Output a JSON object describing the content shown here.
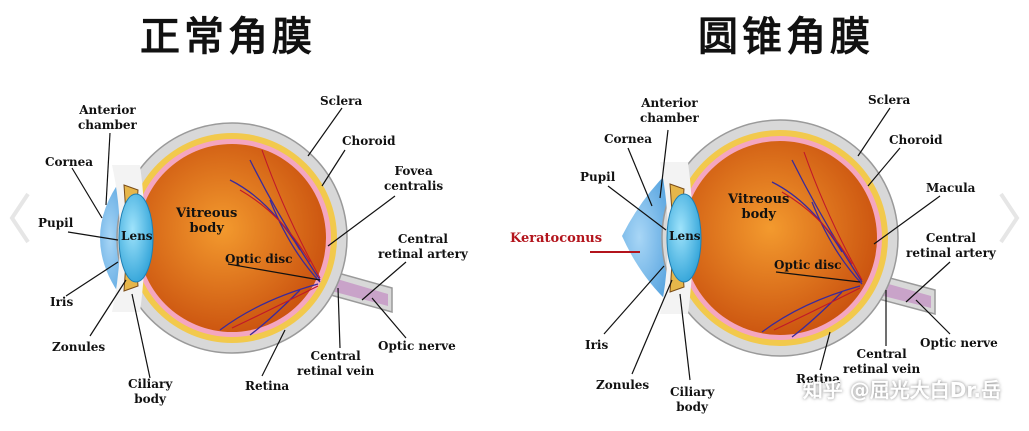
{
  "titles": {
    "left": "正常角膜",
    "right": "圆锥角膜"
  },
  "left_labels": {
    "anterior_chamber": "Anterior\nchamber",
    "cornea": "Cornea",
    "pupil": "Pupil",
    "iris": "Iris",
    "zonules": "Zonules",
    "ciliary_body": "Ciliary\nbody",
    "lens": "Lens",
    "vitreous_body": "Vitreous\nbody",
    "optic_disc": "Optic disc",
    "retina": "Retina",
    "central_retinal_vein": "Central\nretinal vein",
    "optic_nerve": "Optic nerve",
    "central_retinal_artery": "Central\nretinal artery",
    "fovea_centralis": "Fovea\ncentralis",
    "choroid": "Choroid",
    "sclera": "Sclera"
  },
  "right_labels": {
    "anterior_chamber": "Anterior\nchamber",
    "cornea": "Cornea",
    "pupil": "Pupil",
    "keratoconus": "Keratoconus",
    "iris": "Iris",
    "zonules": "Zonules",
    "ciliary_body": "Ciliary\nbody",
    "lens": "Lens",
    "vitreous_body": "Vitreous\nbody",
    "optic_disc": "Optic disc",
    "retina": "Retina",
    "central_retinal_vein": "Central\nretinal vein",
    "optic_nerve": "Optic nerve",
    "central_retinal_artery": "Central\nretinal artery",
    "macula": "Macula",
    "choroid": "Choroid",
    "sclera": "Sclera"
  },
  "watermark": "知乎 @屈光大白Dr.岳",
  "colors": {
    "sclera": "#d8d8d8",
    "choroid": "#f2c94c",
    "retina": "#f4a6c0",
    "vitreous": "#e9741a",
    "cornea": "#5fb1e8",
    "lens": "#46b7e6",
    "vessels": "#3a2a9c",
    "keratoconus_label": "#b3141c"
  }
}
